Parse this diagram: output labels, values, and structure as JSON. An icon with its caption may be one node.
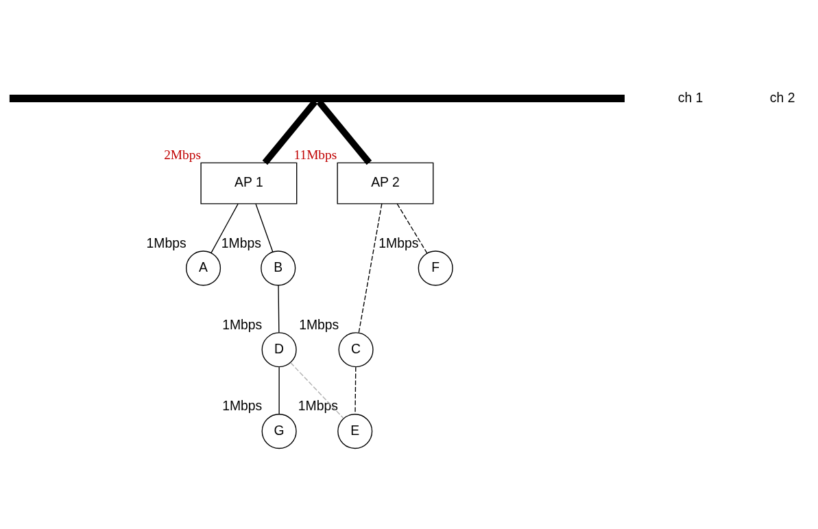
{
  "diagram": {
    "nodes": [
      {
        "text": [],
        "shape": "bar"
      },
      {
        "text": [
          "AP 1"
        ],
        "beside": [
          "2Mbps"
        ]
      },
      {
        "text": [
          "AP 2"
        ],
        "beside": [
          "11Mbps"
        ]
      },
      {
        "text": [
          "A"
        ],
        "beside": [
          "1Mbps"
        ]
      },
      {
        "text": [
          "B"
        ],
        "beside": [
          "1Mbps"
        ]
      },
      {
        "text": [
          "C"
        ],
        "beside": [
          "1Mbps"
        ]
      },
      {
        "text": [
          "F"
        ],
        "beside": [
          "1Mbps"
        ]
      },
      {
        "text": [
          "E"
        ],
        "beside": [
          "1Mbps"
        ]
      },
      {
        "text": [
          "D"
        ],
        "beside": [
          "1Mbps"
        ]
      },
      {
        "text": [
          "G"
        ],
        "beside": [
          "1Mbps"
        ]
      }
    ],
    "edges": [
      {
        "from": 0,
        "to": 1,
        "arrow": "none",
        "style": "thick"
      },
      {
        "from": 0,
        "to": 2,
        "arrow": "none",
        "style": "thick"
      },
      {
        "from": 1,
        "to": 3,
        "arrow": "none"
      },
      {
        "from": 1,
        "to": 4,
        "arrow": "none"
      },
      {
        "from": 2,
        "to": 5,
        "arrow": "none",
        "style": "dashed"
      },
      {
        "from": 2,
        "to": 6,
        "arrow": "none",
        "style": "dashed"
      },
      {
        "from": 4,
        "to": 8,
        "arrow": "none"
      },
      {
        "from": 5,
        "to": 7,
        "arrow": "none",
        "style": "dashed"
      },
      {
        "from": 8,
        "to": 7,
        "arrow": "none",
        "style": "dashed",
        "color": "#b0b0b0"
      },
      {
        "from": 8,
        "to": 9,
        "arrow": "none"
      }
    ],
    "labels": [
      "ch 1",
      "ch 2"
    ]
  }
}
